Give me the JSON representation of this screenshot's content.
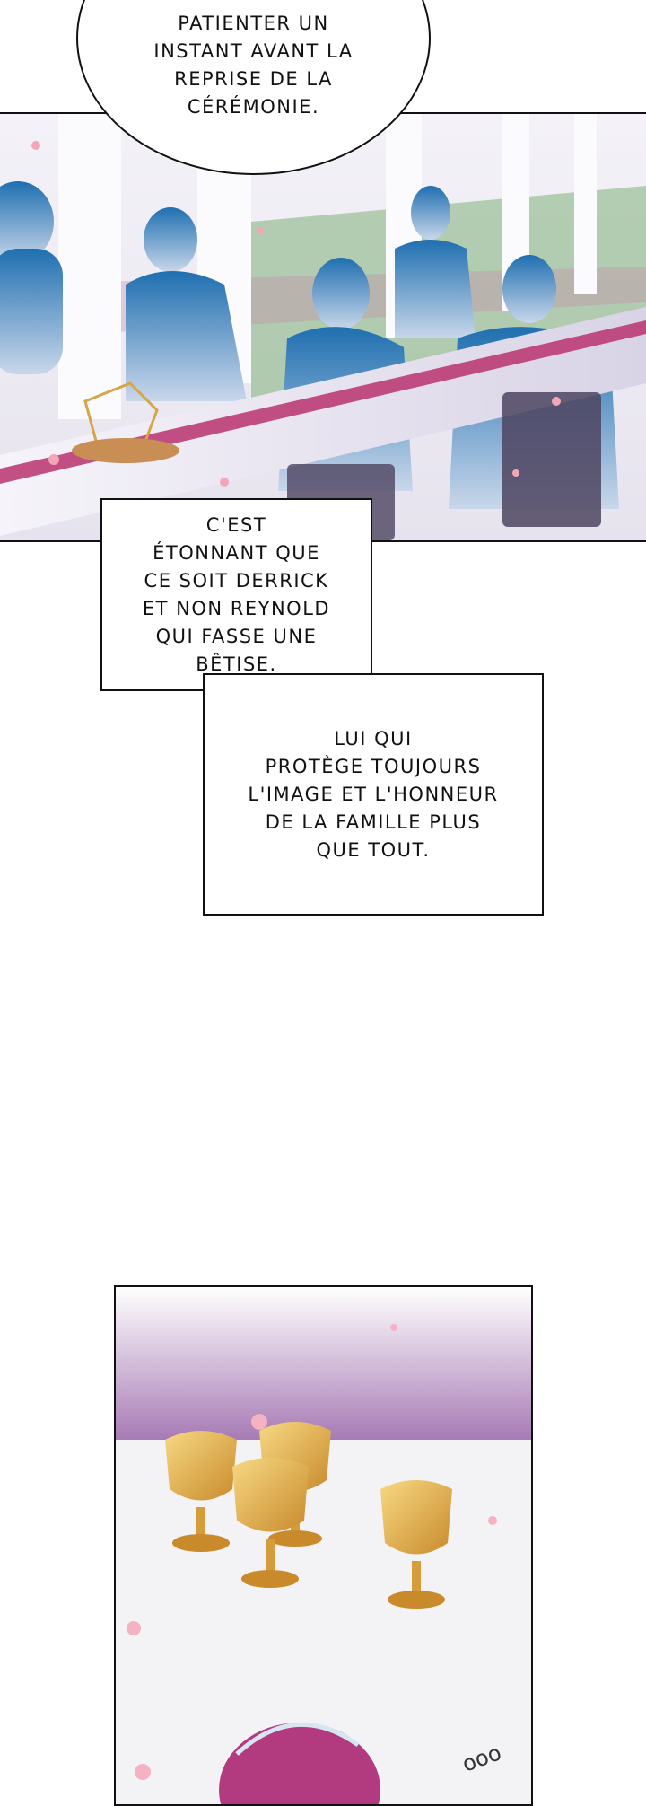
{
  "bubble": {
    "text": "PATIENTER UN\nINSTANT AVANT LA\nREPRISE DE LA\nCÉRÉMONIE."
  },
  "captions": {
    "first": "C'EST\nÉTONNANT QUE\nCE SOIT DERRICK\nET NON REYNOLD\nQUI FASSE UNE\nBÊTISE.",
    "second": "LUI QUI\nPROTÈGE TOUJOURS\nL'IMAGE ET L'HONNEUR\nDE LA FAMILLE PLUS\nQUE TOUT."
  },
  "colors": {
    "panel_border": "#111111",
    "runner": "#b8326e",
    "silhouette": "#2a78b8",
    "goblet": "#e3a83c",
    "sky_purple": "#a77bb5"
  }
}
